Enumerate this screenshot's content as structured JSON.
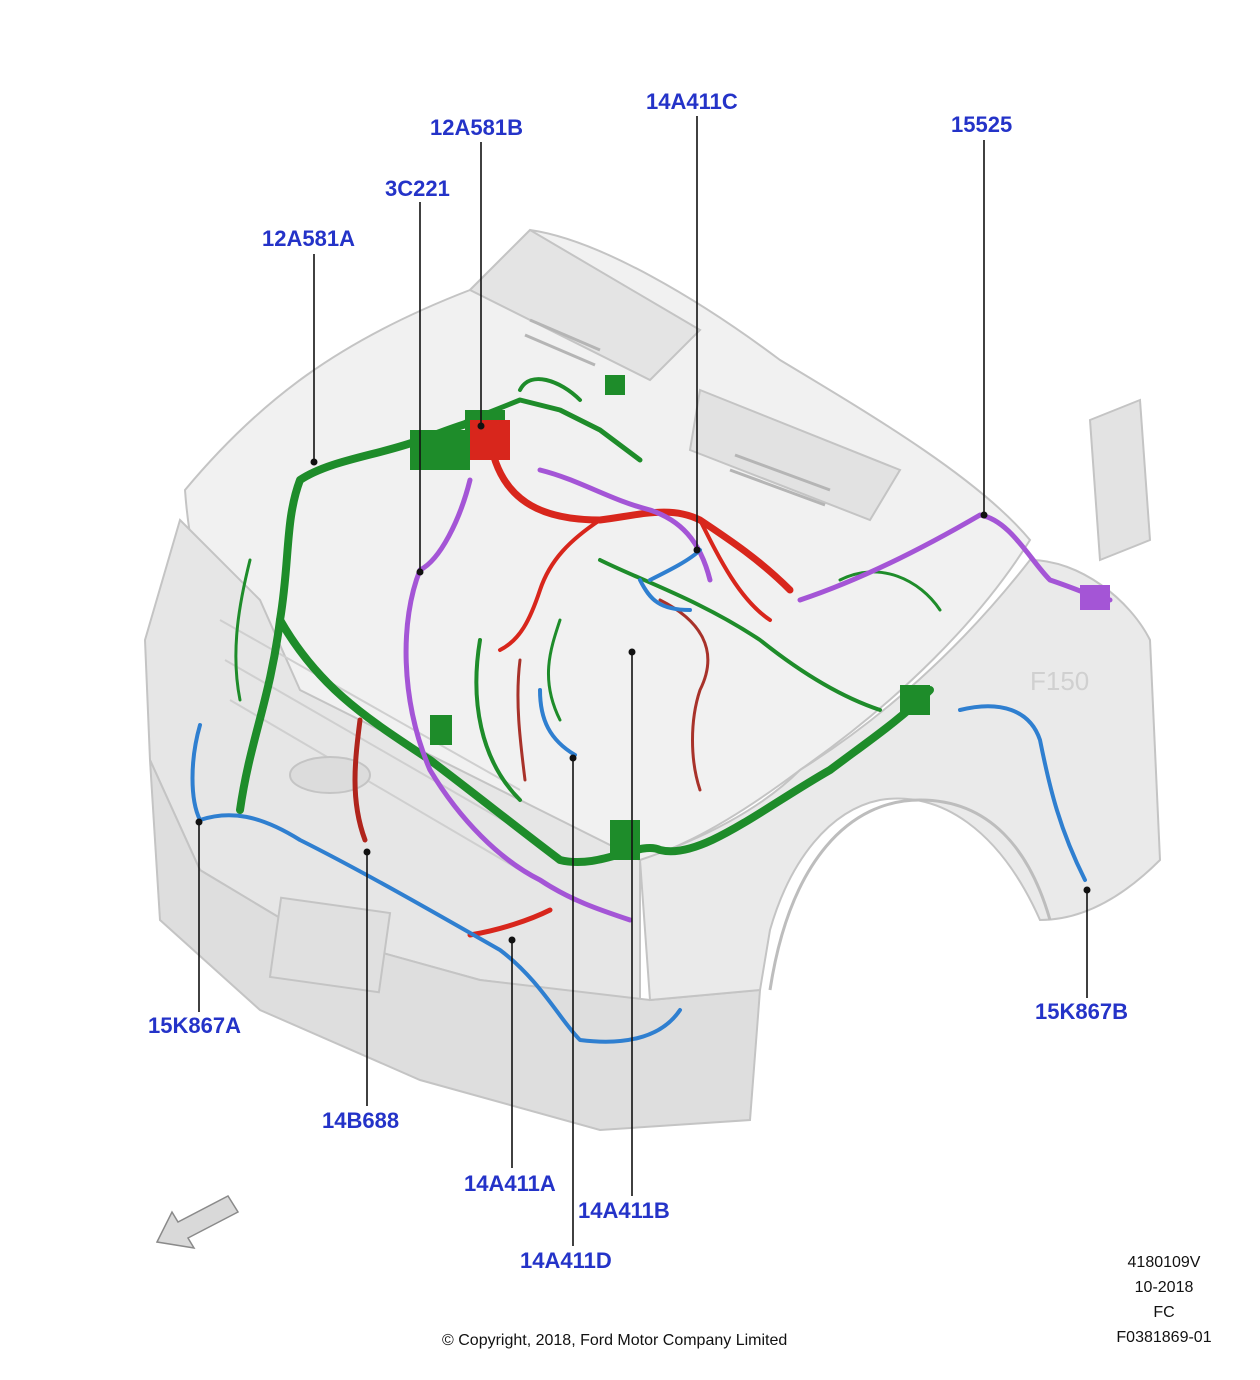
{
  "colors": {
    "label": "#2433c8",
    "leader": "#111111",
    "harness_green": "#1e8c2a",
    "harness_red": "#d8261c",
    "harness_purple": "#a455d6",
    "harness_blue": "#2f7fd0",
    "harness_darkred": "#a8322a",
    "body_fill": "#e9e9e9",
    "body_line": "#c4c4c4"
  },
  "callouts": [
    {
      "id": "12A581B",
      "label": "12A581B"
    },
    {
      "id": "14A411C",
      "label": "14A411C"
    },
    {
      "id": "15525",
      "label": "15525"
    },
    {
      "id": "3C221",
      "label": "3C221"
    },
    {
      "id": "12A581A",
      "label": "12A581A"
    },
    {
      "id": "15K867A",
      "label": "15K867A"
    },
    {
      "id": "15K867B",
      "label": "15K867B"
    },
    {
      "id": "14B688",
      "label": "14B688"
    },
    {
      "id": "14A411A",
      "label": "14A411A"
    },
    {
      "id": "14A411B",
      "label": "14A411B"
    },
    {
      "id": "14A411D",
      "label": "14A411D"
    }
  ],
  "meta": {
    "illustration_code": "4180109V",
    "date": "10-2018",
    "region": "FC",
    "figure_id": "F0381869-01"
  },
  "copyright": "© Copyright, 2018, Ford Motor Company Limited",
  "icons": {
    "direction": "front-direction-arrow-icon"
  }
}
